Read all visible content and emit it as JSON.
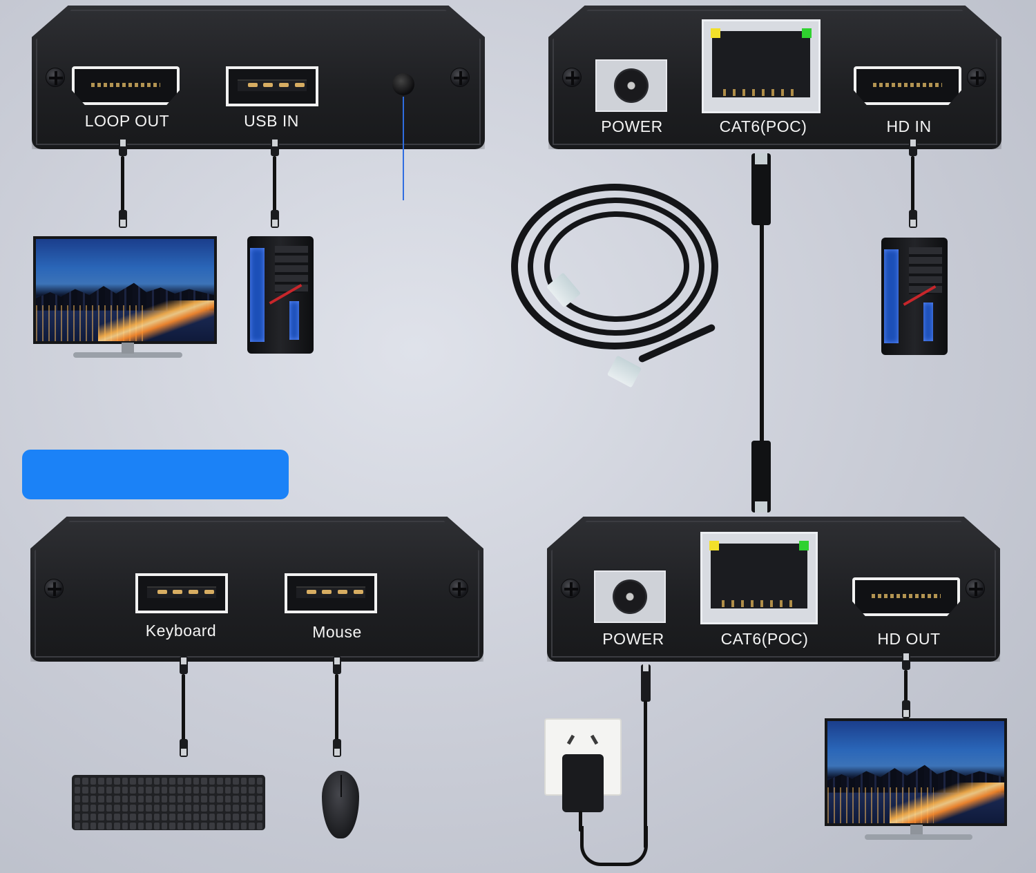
{
  "transmitter_top_panel": {
    "ports": {
      "loop_out": "LOOP OUT",
      "usb_in": "USB IN",
      "power": "POWER",
      "network": "CAT6(POC)",
      "hd_in": "HD IN"
    }
  },
  "receiver_panel": {
    "ports": {
      "keyboard": "Keyboard",
      "mouse": "Mouse",
      "power": "POWER",
      "network": "CAT6(POC)",
      "hd_out": "HD OUT"
    }
  },
  "colors": {
    "accent_blue": "#1b82f7",
    "led_yellow": "#f2e02a",
    "led_green": "#2fd12f",
    "panel": "#1f2023"
  },
  "icons": [
    "monitor-icon",
    "pc-tower-icon",
    "keyboard-icon",
    "mouse-icon",
    "power-adapter-icon",
    "ethernet-cable-icon"
  ]
}
